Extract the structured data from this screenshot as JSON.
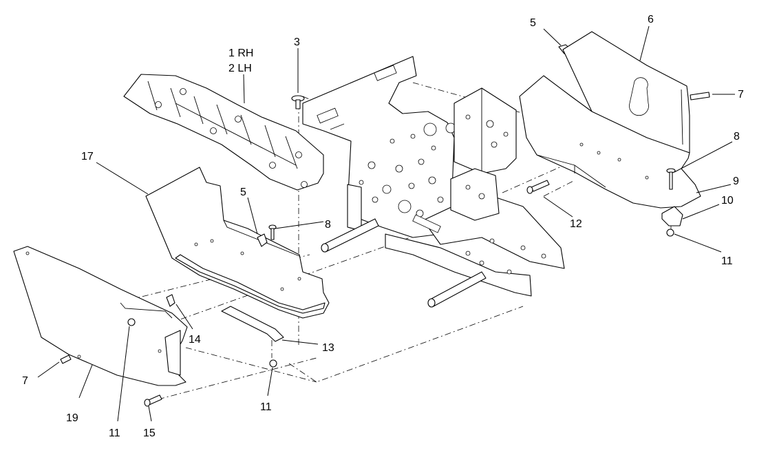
{
  "callouts": [
    {
      "id": "c-1rh",
      "text": "1 RH"
    },
    {
      "id": "c-2lh",
      "text": "2 LH"
    },
    {
      "id": "c-3",
      "text": "3"
    },
    {
      "id": "c-5a",
      "text": "5"
    },
    {
      "id": "c-6",
      "text": "6"
    },
    {
      "id": "c-7a",
      "text": "7"
    },
    {
      "id": "c-8a",
      "text": "8"
    },
    {
      "id": "c-9",
      "text": "9"
    },
    {
      "id": "c-10",
      "text": "10"
    },
    {
      "id": "c-11a",
      "text": "11"
    },
    {
      "id": "c-12",
      "text": "12"
    },
    {
      "id": "c-17",
      "text": "17"
    },
    {
      "id": "c-5b",
      "text": "5"
    },
    {
      "id": "c-8b",
      "text": "8"
    },
    {
      "id": "c-14",
      "text": "14"
    },
    {
      "id": "c-13",
      "text": "13"
    },
    {
      "id": "c-7b",
      "text": "7"
    },
    {
      "id": "c-19",
      "text": "19"
    },
    {
      "id": "c-11b",
      "text": "11"
    },
    {
      "id": "c-15",
      "text": "15"
    },
    {
      "id": "c-11c",
      "text": "11"
    }
  ]
}
